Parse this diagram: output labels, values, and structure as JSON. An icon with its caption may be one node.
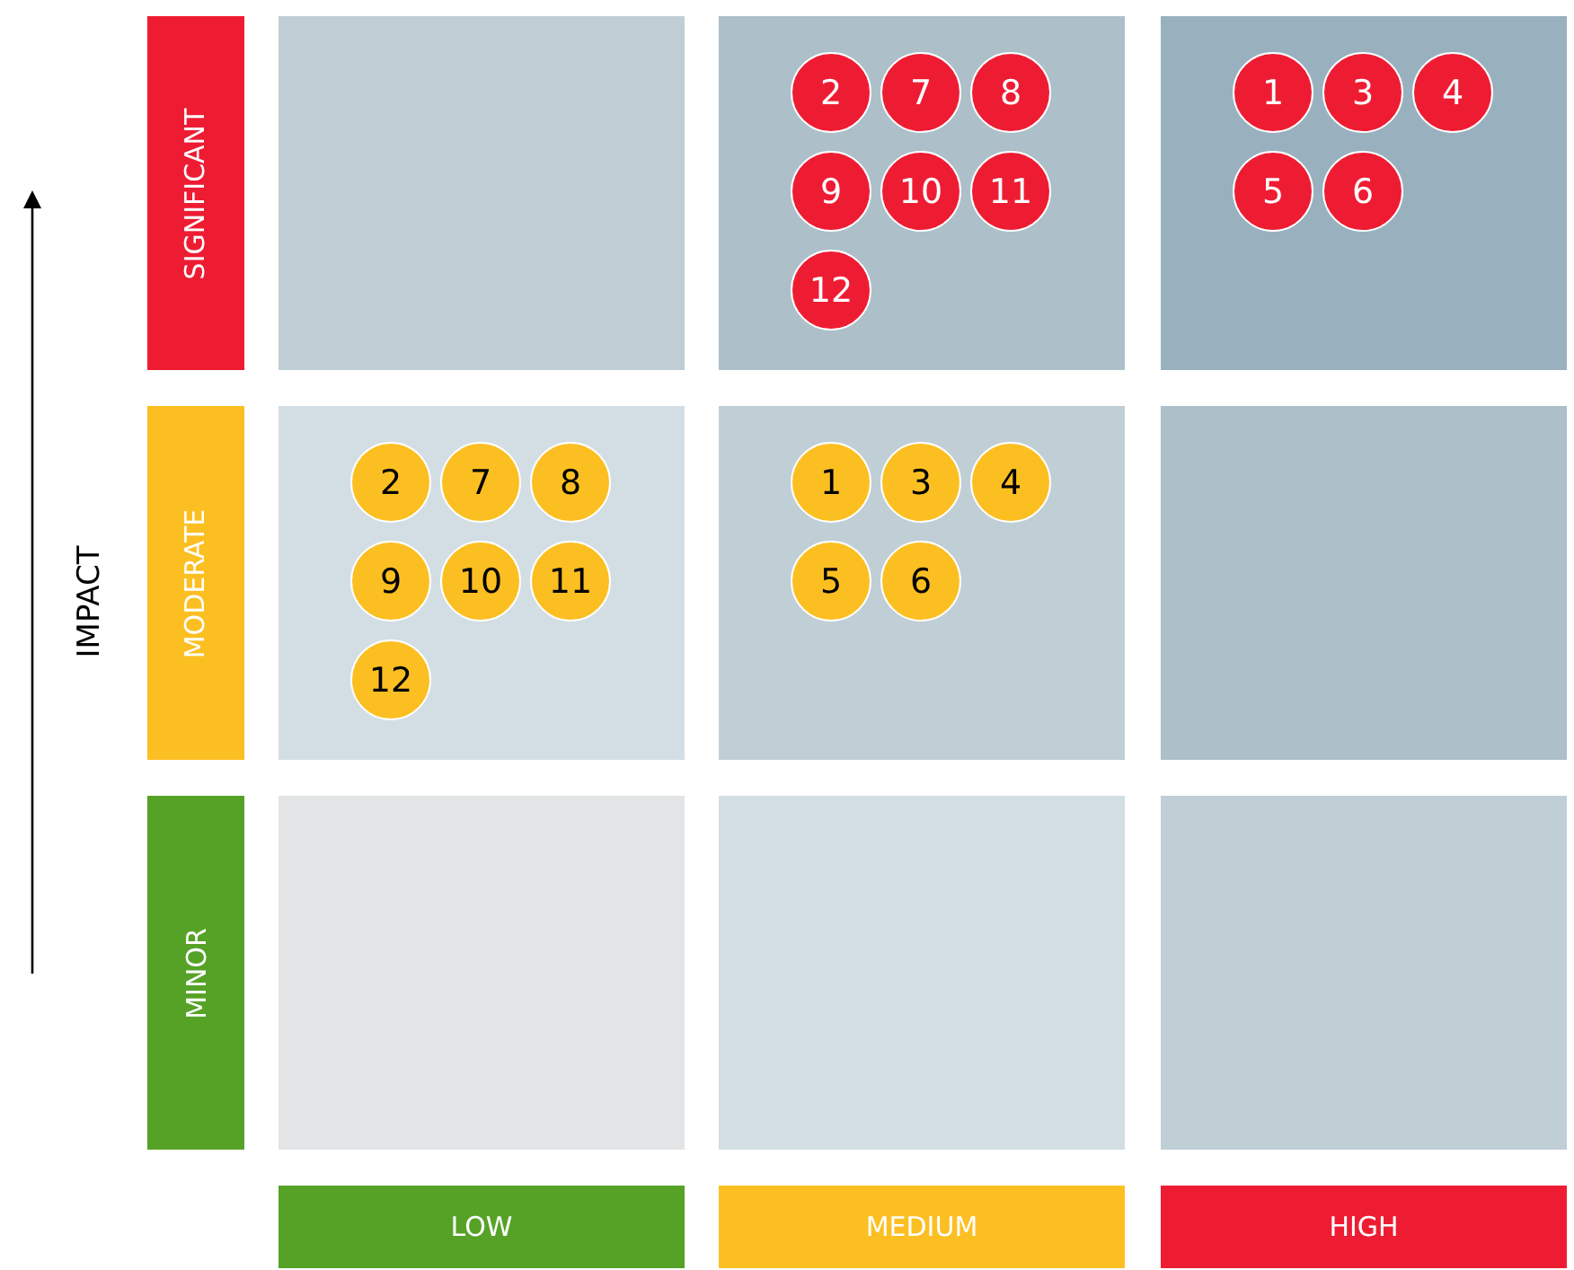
{
  "diagram": {
    "nodes": [
      {
        "text": [
          "SIGNIFICANT"
        ]
      },
      {
        "text": [],
        "shape": "box"
      },
      {
        "text": [],
        "shape": "box"
      },
      {
        "text": [
          "2"
        ],
        "in": 2
      },
      {
        "text": [
          "7"
        ],
        "in": 2
      },
      {
        "text": [
          "8"
        ],
        "in": 2
      },
      {
        "text": [
          "9"
        ],
        "in": 2
      },
      {
        "text": [
          "10"
        ],
        "in": 2
      },
      {
        "text": [
          "11"
        ],
        "in": 2
      },
      {
        "text": [
          "12"
        ],
        "in": 2
      },
      {
        "text": [],
        "shape": "box"
      },
      {
        "text": [
          "1"
        ],
        "in": 10
      },
      {
        "text": [
          "3"
        ],
        "in": 10
      },
      {
        "text": [
          "4"
        ],
        "in": 10
      },
      {
        "text": [
          "5"
        ],
        "in": 10
      },
      {
        "text": [
          "6"
        ],
        "in": 10
      },
      {
        "text": [
          "MODERATE"
        ]
      },
      {
        "text": [],
        "shape": "box"
      },
      {
        "text": [
          "2"
        ],
        "in": 17
      },
      {
        "text": [
          "7"
        ],
        "in": 17
      },
      {
        "text": [
          "8"
        ],
        "in": 17
      },
      {
        "text": [
          "9"
        ],
        "in": 17
      },
      {
        "text": [
          "10"
        ],
        "in": 17
      },
      {
        "text": [
          "11"
        ],
        "in": 17
      },
      {
        "text": [
          "12"
        ],
        "in": 17
      },
      {
        "text": [],
        "shape": "box"
      },
      {
        "text": [
          "1"
        ],
        "in": 25
      },
      {
        "text": [
          "3"
        ],
        "in": 25
      },
      {
        "text": [
          "4"
        ],
        "in": 25
      },
      {
        "text": [
          "5"
        ],
        "in": 25
      },
      {
        "text": [
          "6"
        ],
        "in": 25
      },
      {
        "text": [],
        "shape": "box"
      },
      {
        "text": [
          "MINOR"
        ]
      },
      {
        "text": [],
        "shape": "box"
      },
      {
        "text": [],
        "shape": "box"
      },
      {
        "text": [],
        "shape": "box"
      },
      {
        "text": [
          "LOW"
        ]
      },
      {
        "text": [
          "MEDIUM"
        ]
      },
      {
        "text": [
          "HIGH"
        ]
      }
    ],
    "edges": [],
    "labels": [
      "IMPACT"
    ]
  }
}
